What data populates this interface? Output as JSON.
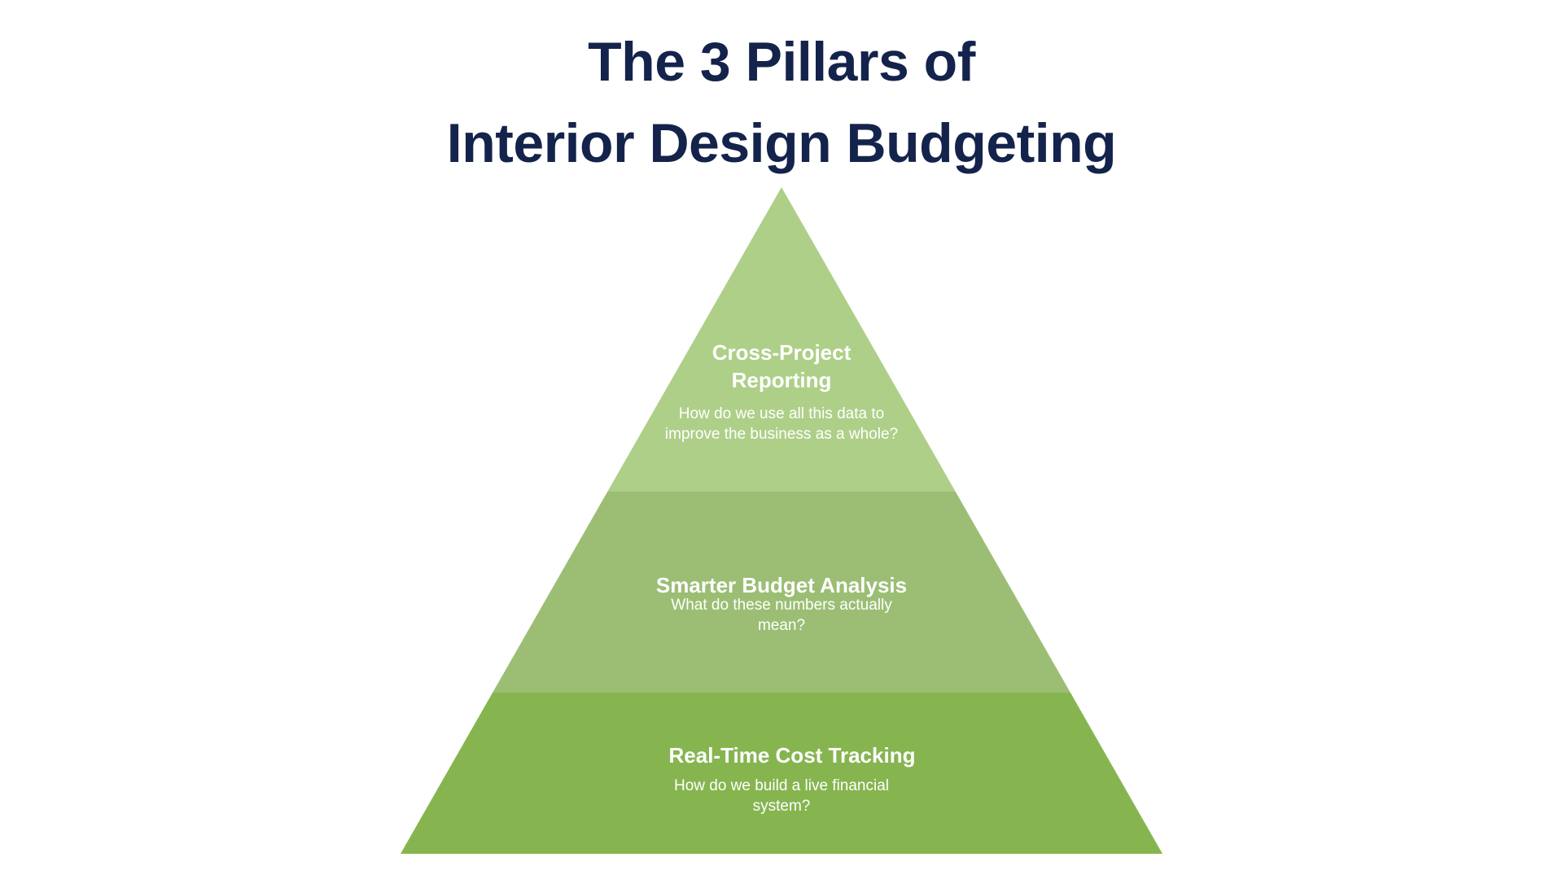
{
  "title": {
    "line1": "The 3 Pillars of",
    "line2": "Interior Design Budgeting"
  },
  "colors": {
    "title": "#14234b",
    "tier_top": "#aecf88",
    "tier_middle": "#9bbe74",
    "tier_bottom": "#86b550",
    "text_on_tier": "#ffffff"
  },
  "pyramid": {
    "tiers": [
      {
        "level": "top",
        "title_lines": [
          "Cross-Project",
          "Reporting"
        ],
        "body_lines": [
          "How do we use all this data to",
          "improve the business as a whole?"
        ]
      },
      {
        "level": "middle",
        "title_lines": [
          "Smarter Budget Analysis"
        ],
        "body_lines": [
          "What do these numbers actually",
          "mean?"
        ]
      },
      {
        "level": "bottom",
        "title_lines": [
          "Real-Time Cost Tracking"
        ],
        "body_lines": [
          "How do we build a live financial",
          "system?"
        ]
      }
    ]
  }
}
